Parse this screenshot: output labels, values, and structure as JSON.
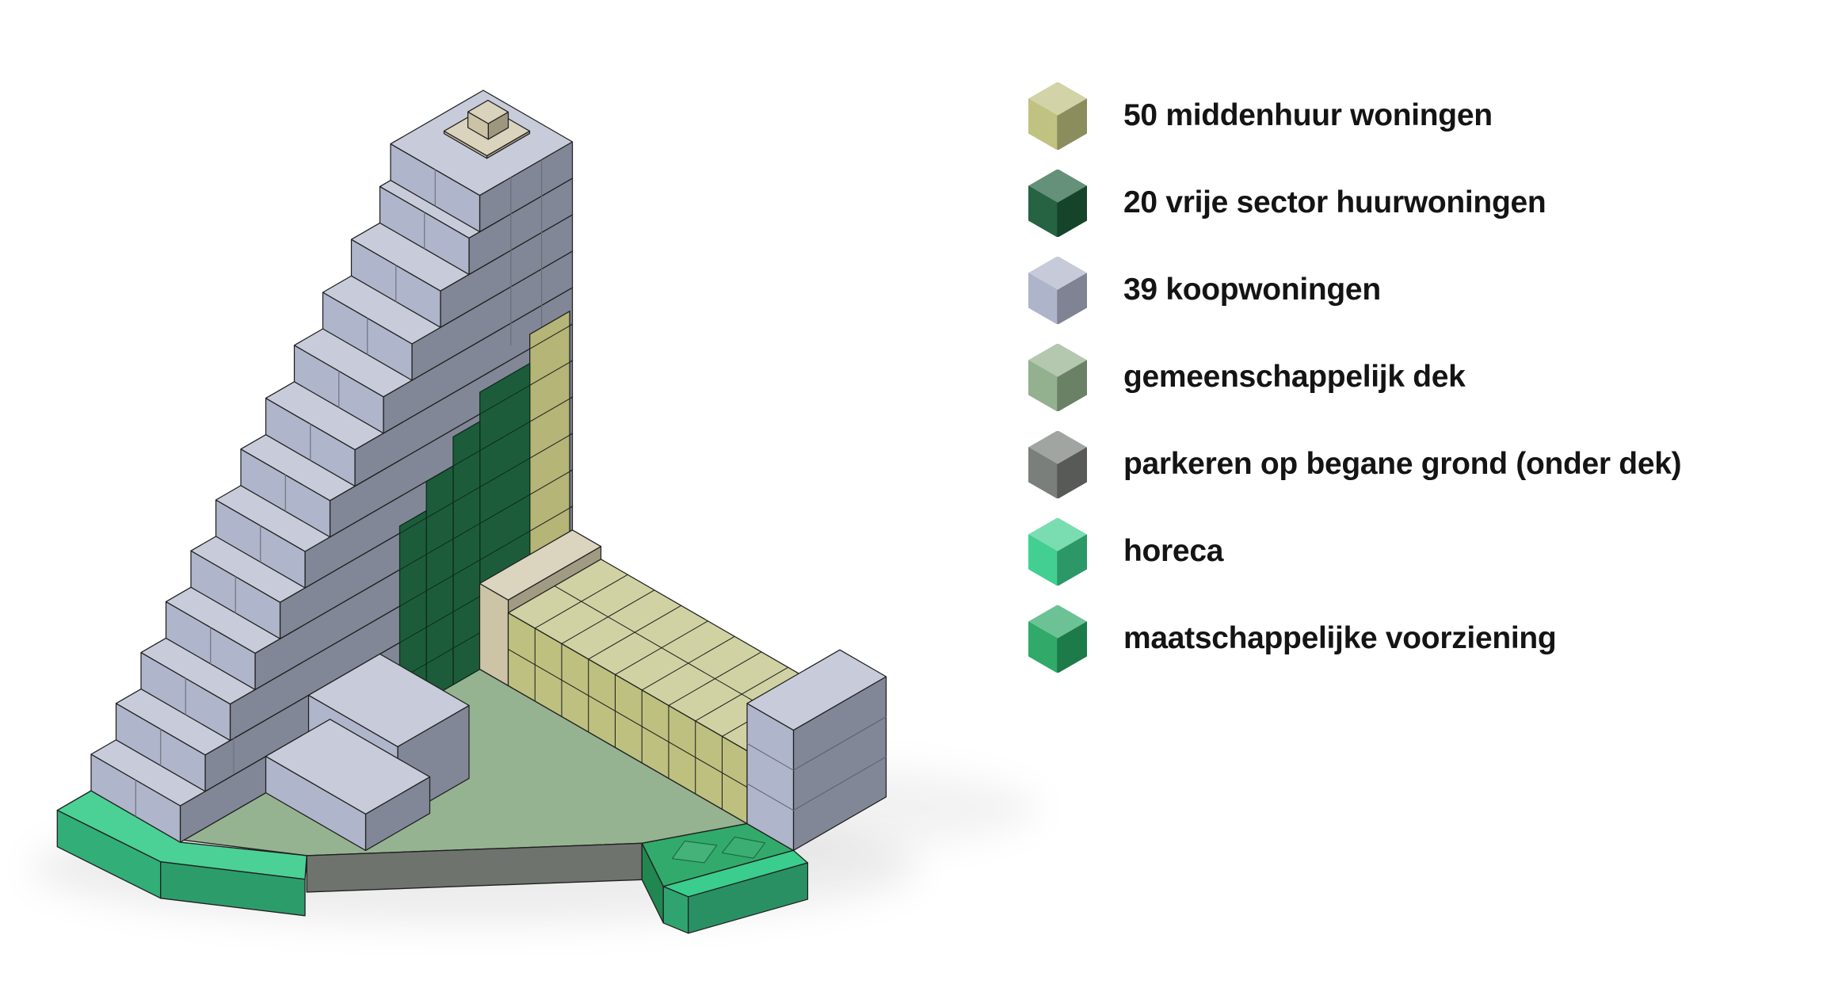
{
  "palette": {
    "middenhuur": "#bdbf7c",
    "vrije_sector": "#1d5c3a",
    "koop": "#abb1c7",
    "dek": "#8fae8a",
    "parkeren": "#757a75",
    "horeca": "#3bcd8d",
    "maatschappelijk": "#27a563",
    "beige": "#cbc2a4",
    "outline": "#202020",
    "text": "#141414",
    "background": "#ffffff"
  },
  "legend": {
    "items": [
      {
        "id": "middenhuur",
        "label": "50 middenhuur woningen",
        "color": "#bdbf7c"
      },
      {
        "id": "vrije-sector",
        "label": "20 vrije sector huurwoningen",
        "color": "#1d5c3a"
      },
      {
        "id": "koopwoningen",
        "label": "39 koopwoningen",
        "color": "#abb1c7"
      },
      {
        "id": "gemeenschappelijk-dek",
        "label": "gemeenschappelijk dek",
        "color": "#8fae8a"
      },
      {
        "id": "parkeren",
        "label": "parkeren op begane grond (onder dek)",
        "color": "#757a75"
      },
      {
        "id": "horeca",
        "label": "horeca",
        "color": "#3bcd8d"
      },
      {
        "id": "maatschappelijke-voorziening",
        "label": "maatschappelijke voorziening",
        "color": "#27a563"
      }
    ]
  }
}
